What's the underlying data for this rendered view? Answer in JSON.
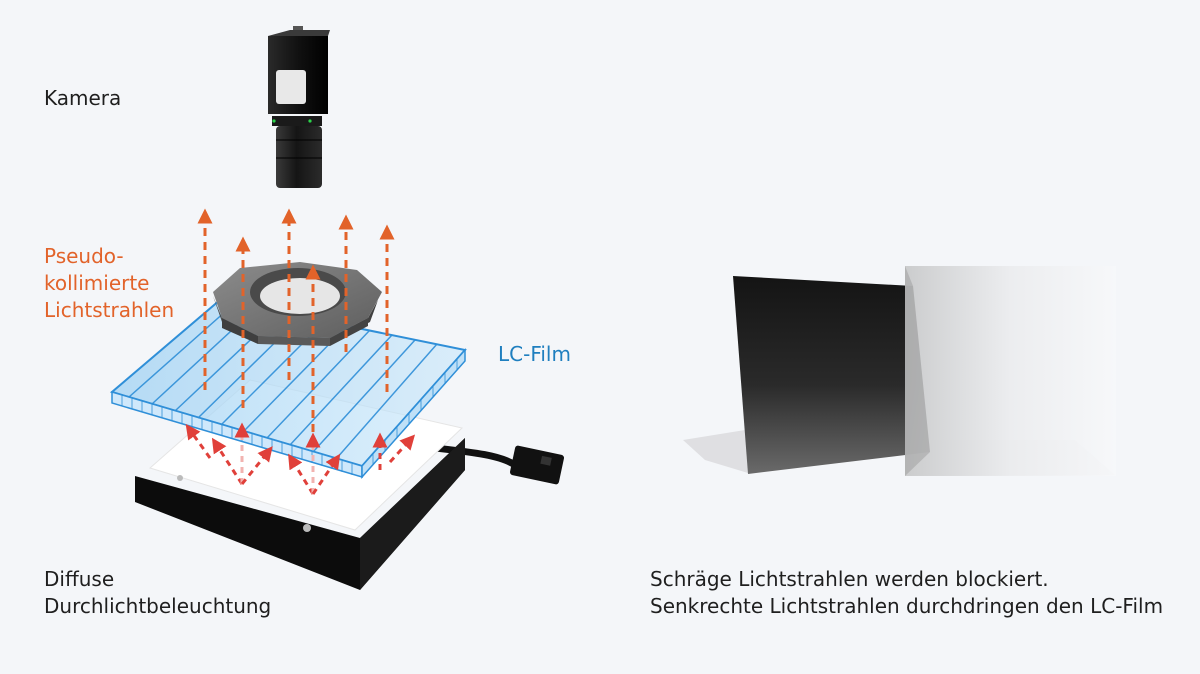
{
  "labels": {
    "camera": "Kamera",
    "pseudo_lines": [
      "Pseudo-",
      "kollimierte",
      "Lichtstrahlen"
    ],
    "lc_film": "LC-Film",
    "diffuse_lines": [
      "Diffuse",
      "Durchlichtbeleuchtung"
    ],
    "caption_lines": [
      "Schräge Lichtstrahlen werden blockiert.",
      "Senkrechte Lichtstrahlen durchdringen den LC-Film"
    ]
  },
  "colors": {
    "background": "#f4f6f9",
    "arrow_orange": "#e2632a",
    "arrow_red": "#e0403a",
    "film_blue": "#2f8fd8",
    "label_blue": "#1f7fbf"
  }
}
